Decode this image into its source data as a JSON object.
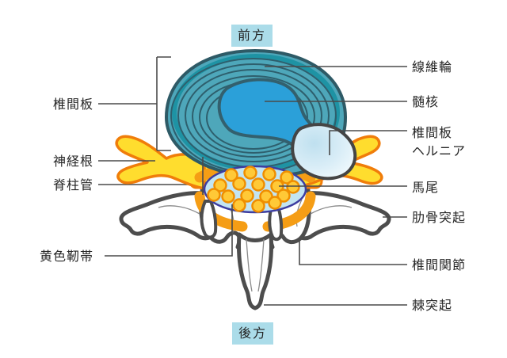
{
  "figure_type": "anatomical-diagram",
  "subject": "lumbar vertebra cross-section with disc herniation",
  "labels": {
    "front": "前方",
    "back": "後方",
    "disc": "椎間板",
    "nerve_root": "神経根",
    "spinal_canal": "脊柱管",
    "yellow_ligament": "黄色靭帯",
    "annulus_fibrosus": "線維輪",
    "nucleus_pulposus": "髄核",
    "disc_hernia_lines": [
      "椎間板",
      "ヘルニア"
    ],
    "cauda_equina": "馬尾",
    "costal_process": "肋骨突起",
    "facet_joint": "椎間関節",
    "spinous_process": "棘突起"
  },
  "colors": {
    "label_box_bg": "#abdce9",
    "annulus_fill": "#4ea7ba",
    "annulus_rim": "#1e93a4",
    "ring_line": "#2e5f6d",
    "nucleus_fill": "#2ba0d9",
    "hernia_fill_light": "#eef7fc",
    "hernia_fill": "#c2e2f1",
    "nerve_fill": "#ffdd2e",
    "nerve_stroke": "#f07d0a",
    "ligament_orange": "#f59d15",
    "canal_fill": "#c3e5f2",
    "canal_stroke": "#3d3da0",
    "dot_fill": "#ffc937",
    "dot_stroke": "#ef8e00",
    "bone_stroke": "#4d4d4d",
    "pointer_line": "#4a4a4a"
  }
}
